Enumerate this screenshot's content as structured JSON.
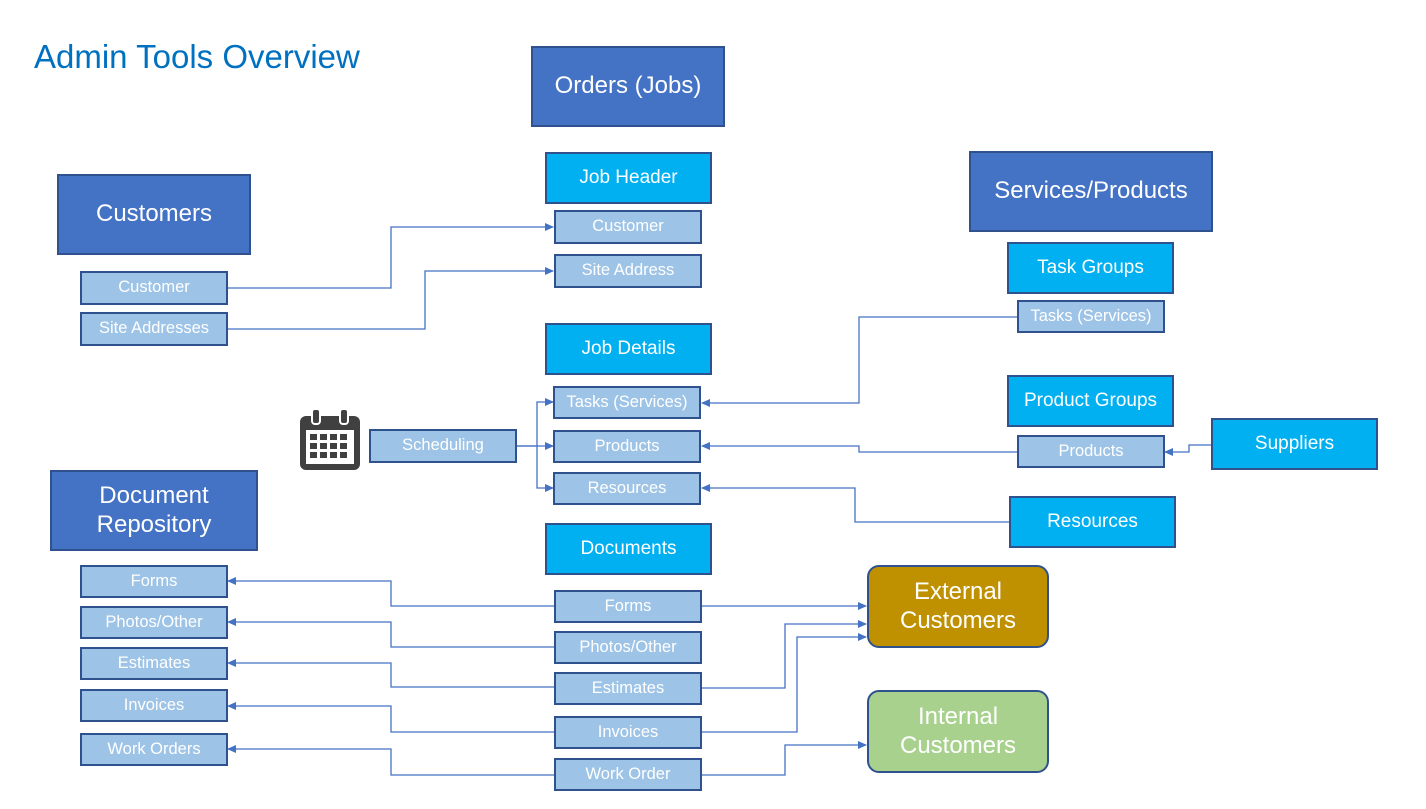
{
  "title": "Admin Tools Overview",
  "orders": {
    "title": "Orders (Jobs)",
    "job_header": "Job Header",
    "header_items": [
      "Customer",
      "Site Address"
    ],
    "job_details": "Job Details",
    "detail_items": [
      "Tasks (Services)",
      "Products",
      "Resources"
    ],
    "documents": "Documents",
    "doc_items": [
      "Forms",
      "Photos/Other",
      "Estimates",
      "Invoices",
      "Work Order"
    ]
  },
  "customers": {
    "title": "Customers",
    "items": [
      "Customer",
      "Site Addresses"
    ]
  },
  "scheduling": {
    "icon": "calendar-icon",
    "label": "Scheduling"
  },
  "document_repository": {
    "title": "Document Repository",
    "items": [
      "Forms",
      "Photos/Other",
      "Estimates",
      "Invoices",
      "Work Orders"
    ]
  },
  "services_products": {
    "title": "Services/Products",
    "task_groups": "Task Groups",
    "tasks": "Tasks (Services)",
    "product_groups": "Product Groups",
    "products": "Products",
    "suppliers": "Suppliers",
    "resources": "Resources"
  },
  "external_customers": "External Customers",
  "internal_customers": "Internal Customers",
  "colors": {
    "main_box": "#4472C4",
    "group_box": "#00B0F0",
    "sub_box": "#9DC3E6",
    "external": "#BF9000",
    "internal": "#A9D18E",
    "connector": "#4472C4",
    "title": "#0070C0"
  }
}
